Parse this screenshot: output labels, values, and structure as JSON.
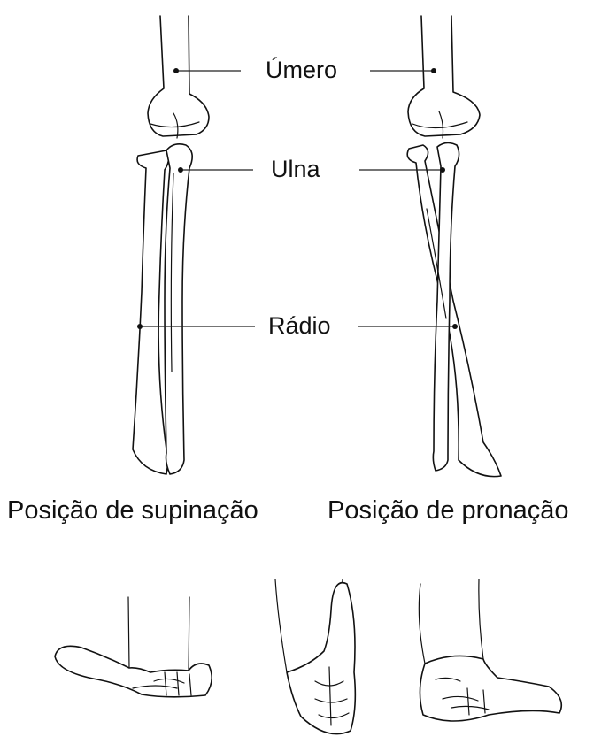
{
  "labels": {
    "humerus": "Úmero",
    "ulna": "Ulna",
    "radius": "Rádio"
  },
  "captions": {
    "supination": "Posição de supinação",
    "pronation": "Posição de pronação"
  },
  "colors": {
    "line": "#111111",
    "background": "#ffffff"
  }
}
